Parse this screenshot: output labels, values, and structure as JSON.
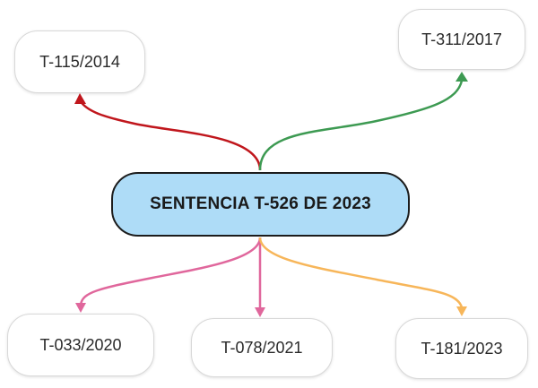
{
  "central": {
    "label": "SENTENCIA T-526 DE 2023",
    "fill": "#aedcf7"
  },
  "branches": [
    {
      "id": "t115",
      "label": "T-115/2014",
      "color": "#c0161c"
    },
    {
      "id": "t311",
      "label": "T-311/2017",
      "color": "#3d9a52"
    },
    {
      "id": "t033",
      "label": "T-033/2020",
      "color": "#e0679c"
    },
    {
      "id": "t078",
      "label": "T-078/2021",
      "color": "#e0679c"
    },
    {
      "id": "t181",
      "label": "T-181/2023",
      "color": "#f7b65a"
    }
  ]
}
